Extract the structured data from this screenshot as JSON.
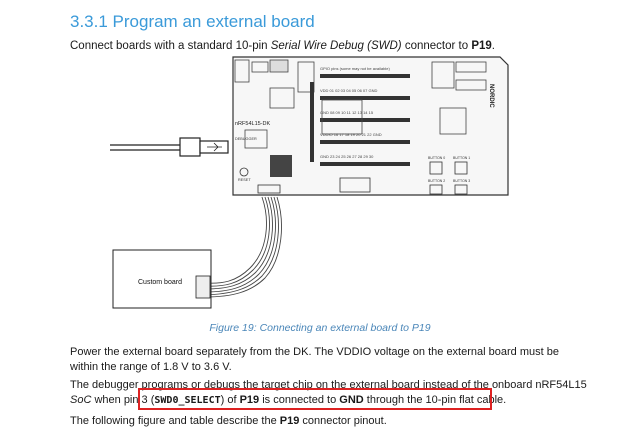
{
  "heading": "3.3.1 Program an external board",
  "intro": {
    "pre": "Connect boards with a standard 10-pin ",
    "italic": "Serial Wire Debug (SWD)",
    "mid": " connector to ",
    "bold": "P19",
    "post": "."
  },
  "figure": {
    "board_name": "nRF54L15-DK",
    "brand": "NORDIC",
    "custom_board_label": "Custom board",
    "debugger_label": "DEBUGGER",
    "reset_label": "RESET",
    "button_labels": [
      "BUTTON 0",
      "BUTTON 1",
      "BUTTON 2",
      "BUTTON 3"
    ],
    "caption": "Figure 19: Connecting an external board to P19"
  },
  "para1": {
    "line1": "Power the external board separately from the DK. The VDDIO voltage on the external board must be",
    "line2": "within the range of 1.8 V to 3.6 V."
  },
  "para2": {
    "line1": "The debugger programs or debugs the target chip on the external board instead of the onboard nRF54L15",
    "soc": "SoC",
    "pre": " when pin 3 (",
    "code": "SWD0_SELECT",
    "mid": ") of ",
    "p19": "P19",
    "mid2": " is connected to ",
    "gnd": "GND",
    "post": " through the 10-pin flat cable."
  },
  "para3": {
    "pre": "The following figure and table describe the ",
    "bold": "P19",
    "post": " connector pinout."
  },
  "colors": {
    "heading": "#3a9ad9",
    "caption": "#4a86b8",
    "highlight": "#dd2222"
  }
}
